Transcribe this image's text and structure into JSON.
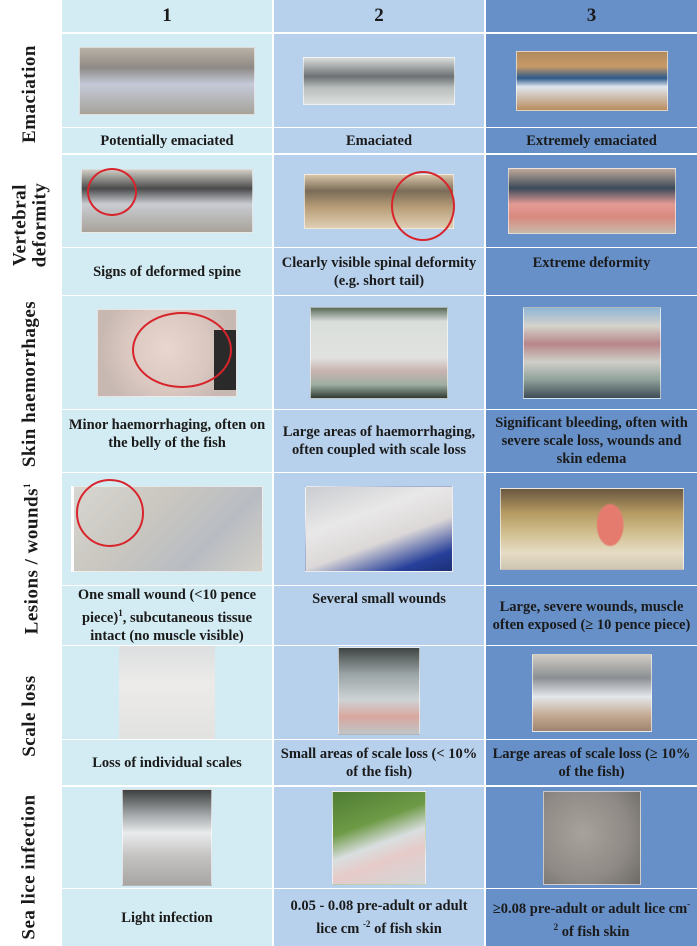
{
  "columns": [
    "1",
    "2",
    "3"
  ],
  "colors": {
    "col1": "#d3ebf2",
    "col2": "#b7d0ec",
    "col3": "#6790c8",
    "ring": "#d8242b"
  },
  "rows": [
    {
      "label": "Emaciation",
      "descriptions": [
        "Potentially emaciated",
        "Emaciated",
        "Extremely emaciated"
      ]
    },
    {
      "label_line1": "Vertebral",
      "label_line2": "deformity",
      "descriptions": [
        "Signs of deformed spine",
        "Clearly visible spinal deformity (e.g. short tail)",
        "Extreme deformity"
      ]
    },
    {
      "label": "Skin haemorrhages",
      "descriptions": [
        "Minor haemorrhaging, often on the belly of the fish",
        "Large areas of haemorrhaging, often coupled with scale loss",
        "Significant bleeding, often with severe scale loss, wounds and skin edema"
      ]
    },
    {
      "label": "Lesions / wounds",
      "label_sup": "1",
      "descriptions": [
        "One small wound (<10 pence piece)",
        "Several small wounds",
        "Large, severe wounds, muscle often exposed (≥ 10 pence piece)"
      ],
      "desc1_sup": "1",
      "desc1_rest": ", subcutaneous tissue intact (no muscle visible)"
    },
    {
      "label": "Scale loss",
      "descriptions": [
        "Loss of individual scales",
        "Small areas of scale loss (< 10% of the fish)",
        "Large areas of scale loss (≥ 10% of the fish)"
      ]
    },
    {
      "label": "Sea lice infection",
      "descriptions": [
        "Light infection",
        "0.05 - 0.08 pre-adult or adult lice cm",
        "≥0.08 pre-adult or adult lice cm"
      ],
      "desc2_sup": "-2",
      "desc2_rest": " of fish skin",
      "desc3_sup": "-2",
      "desc3_rest": " of fish skin"
    }
  ],
  "images": [
    [
      "whole-salmon-photo",
      "thin-salmon-photo",
      "very-thin-salmon-photo"
    ],
    [
      "spine-deformity-photo-circled",
      "short-tail-photo-circled",
      "extreme-deformity-photo"
    ],
    [
      "belly-haemorrhage-photo-circled",
      "haemorrhage-areas-photo",
      "severe-bleeding-photo"
    ],
    [
      "small-wound-photo-circled",
      "several-wounds-photo",
      "large-wound-photo"
    ],
    [
      "individual-scale-loss-photo",
      "small-scale-loss-photo",
      "large-scale-loss-photo"
    ],
    [
      "light-lice-photo",
      "moderate-lice-photo",
      "heavy-lice-photo"
    ]
  ]
}
